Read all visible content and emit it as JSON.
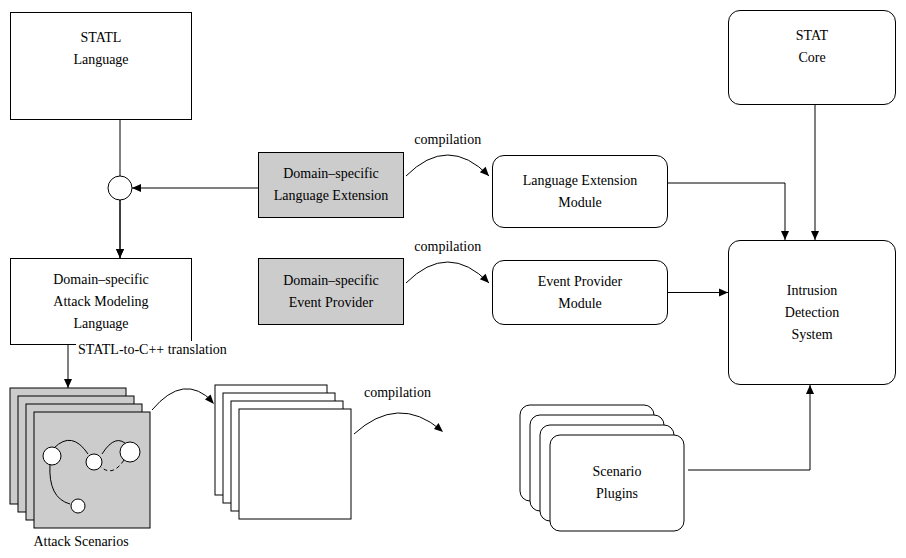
{
  "diagram": {
    "nodes": [
      {
        "text": [
          "STATL Language"
        ]
      },
      {
        "text": [
          "STAT Core"
        ]
      },
      {
        "text": [
          "Domain–specific Language Extension"
        ]
      },
      {
        "text": [
          "Language Extension Module"
        ]
      },
      {
        "text": [
          "Domain–specific Attack Modeling Language"
        ]
      },
      {
        "text": [
          "Domain–specific Event Provider"
        ]
      },
      {
        "text": [
          "Event Provider Module"
        ]
      },
      {
        "text": [
          "Intrusion Detection System"
        ]
      },
      {
        "text": [
          "Attack Scenarios"
        ]
      },
      {
        "text": [
          "Scenario Plugins"
        ]
      }
    ],
    "edges": [
      {
        "from": 0,
        "to": 4,
        "arrow": "to"
      },
      {
        "from": 2,
        "to": 4,
        "arrow": "to"
      },
      {
        "from": 2,
        "to": 3,
        "label": "compilation",
        "arrow": "to"
      },
      {
        "from": 3,
        "to": 7,
        "arrow": "to"
      },
      {
        "from": 1,
        "to": 7,
        "arrow": "to"
      },
      {
        "from": 5,
        "to": 6,
        "label": "compilation",
        "arrow": "to"
      },
      {
        "from": 6,
        "to": 7,
        "arrow": "to"
      },
      {
        "from": 4,
        "to": 8,
        "arrow": "to"
      },
      {
        "from": 9,
        "to": 7,
        "arrow": "to"
      }
    ],
    "labels": [
      "STATL-to-C++ translation",
      "compilation"
    ]
  }
}
